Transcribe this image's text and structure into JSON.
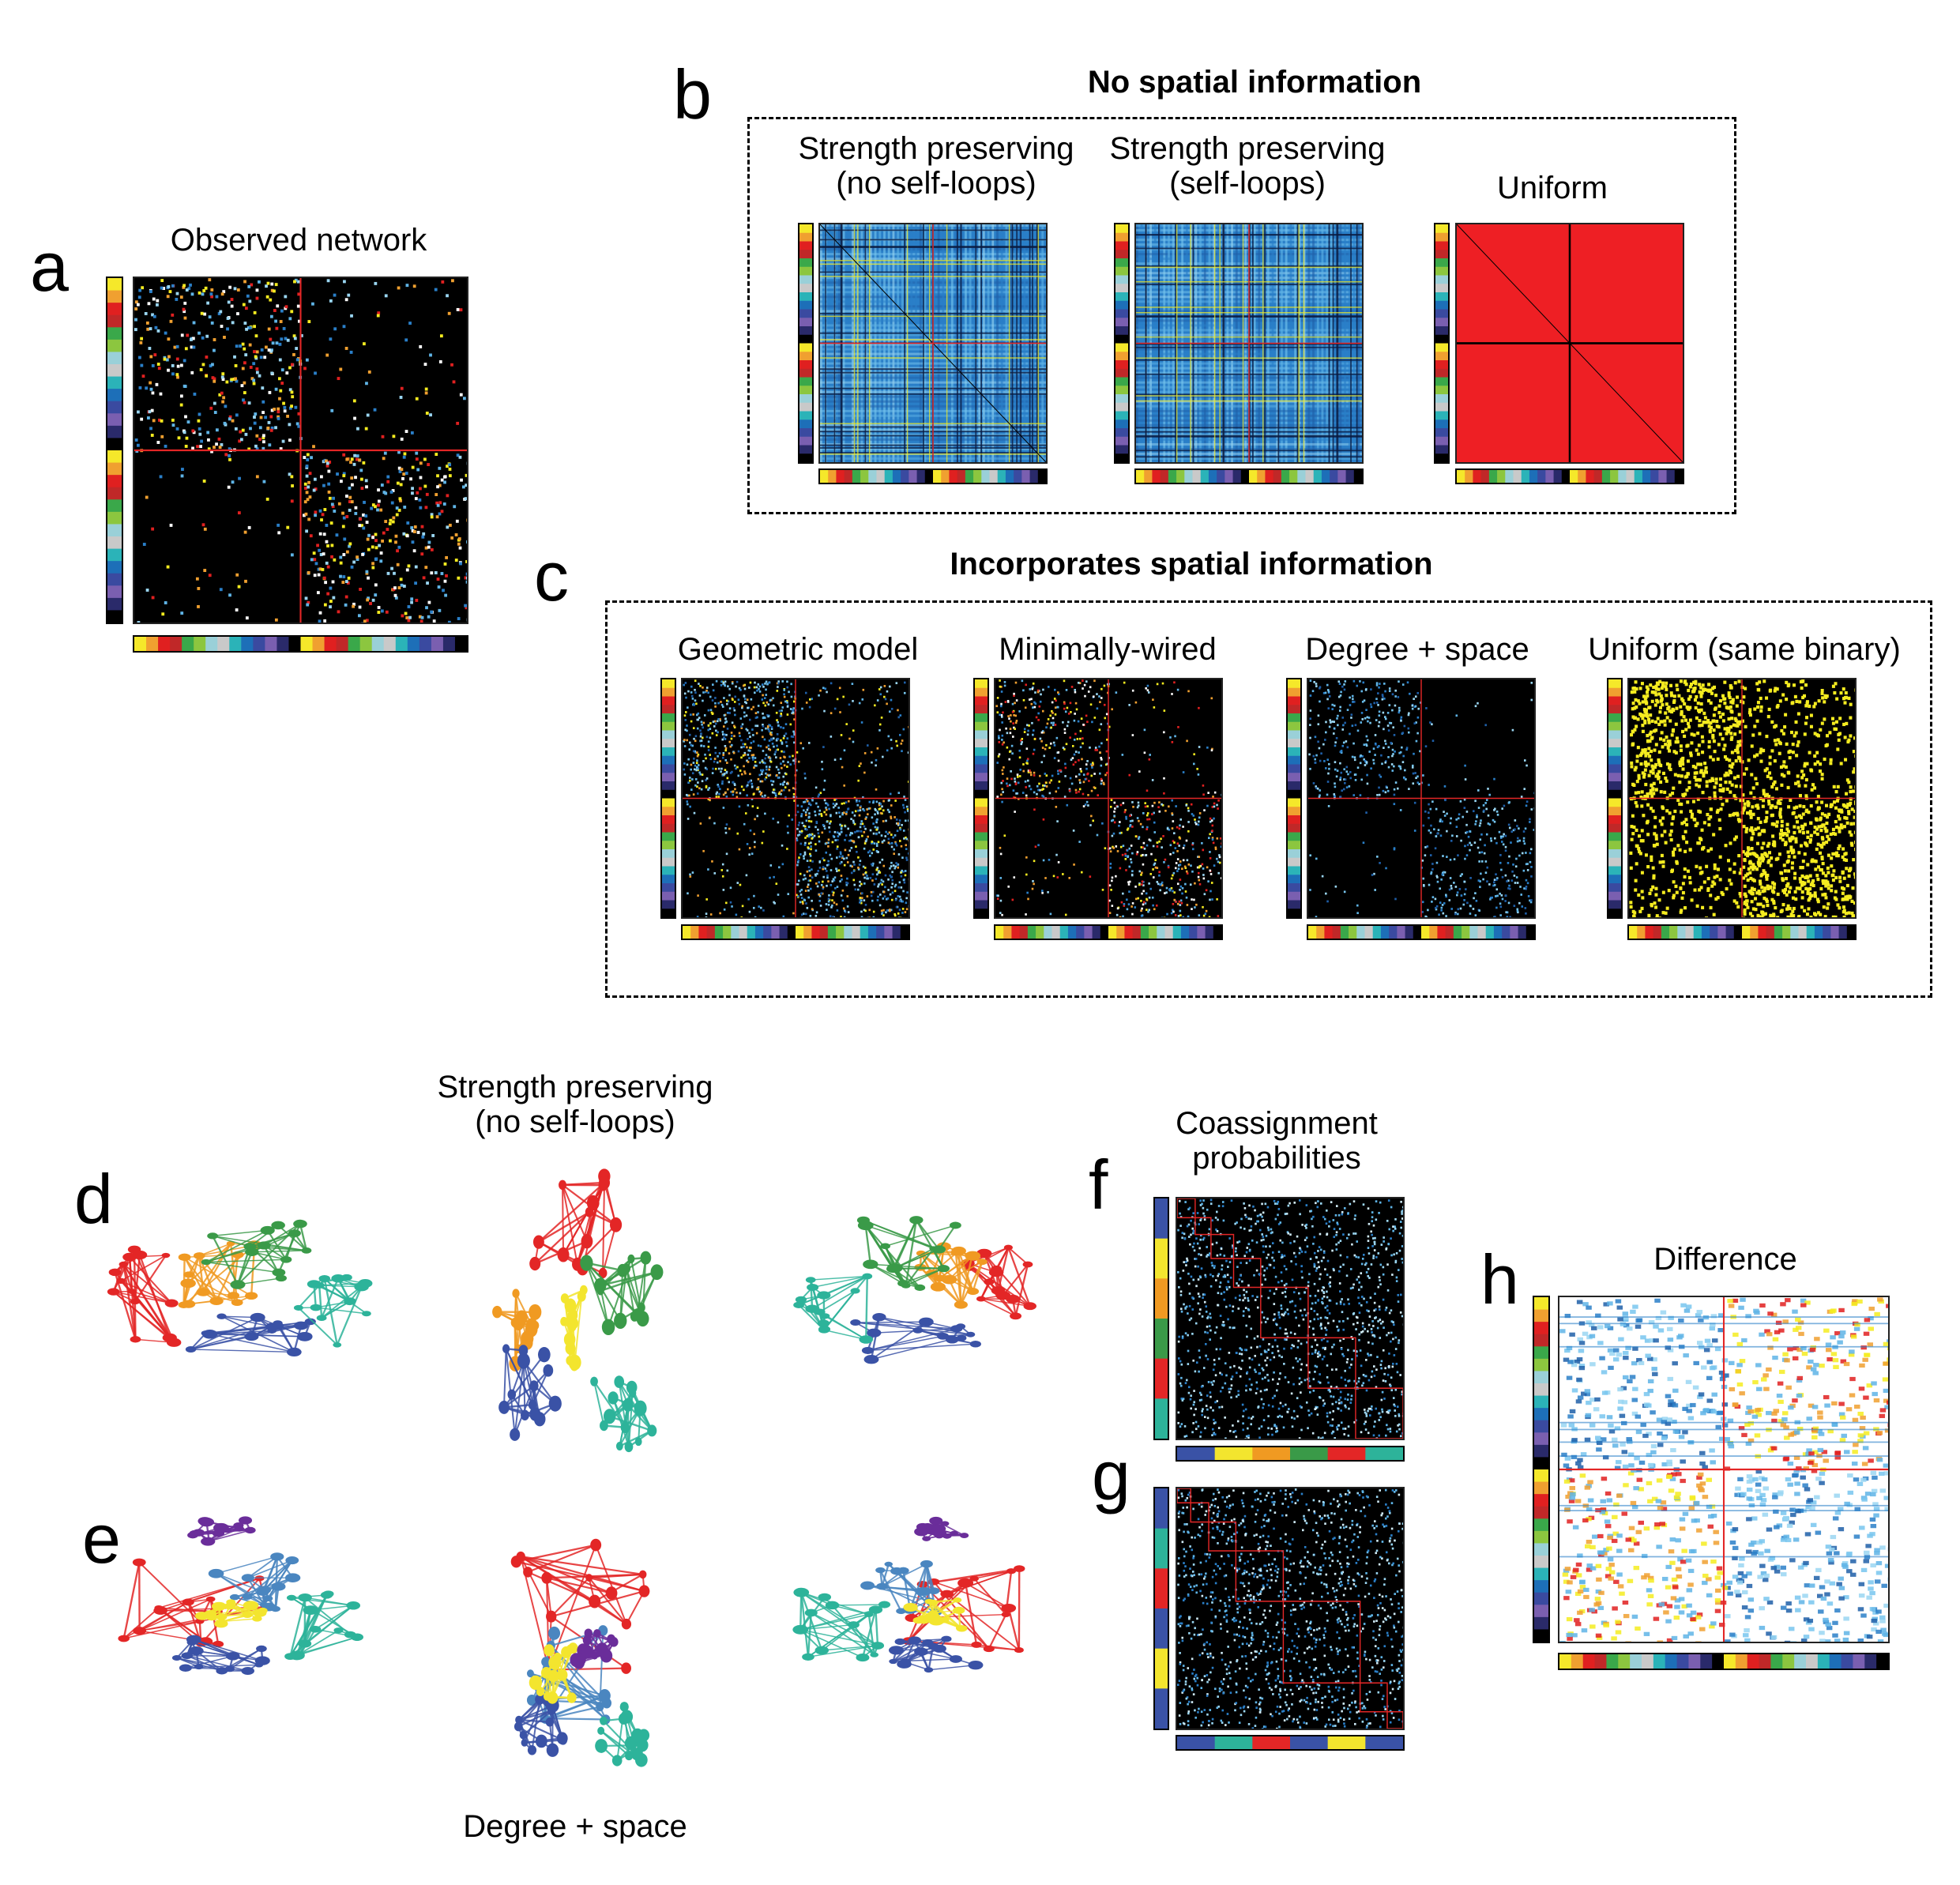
{
  "panels": {
    "a": {
      "letter": "a",
      "title": "Observed network"
    },
    "b": {
      "letter": "b",
      "header": "No spatial information",
      "titles": [
        "Strength preserving\n(no self-loops)",
        "Strength preserving\n(self-loops)",
        "Uniform"
      ]
    },
    "c": {
      "letter": "c",
      "header": "Incorporates spatial information",
      "titles": [
        "Geometric model",
        "Minimally-wired",
        "Degree + space",
        "Uniform (same binary)"
      ]
    },
    "d": {
      "letter": "d",
      "title": "Strength preserving\n(no self-loops)"
    },
    "e": {
      "letter": "e",
      "title": "Degree + space"
    },
    "f": {
      "letter": "f",
      "title": "Coassignment\nprobabilities"
    },
    "g": {
      "letter": "g"
    },
    "h": {
      "letter": "h",
      "title": "Difference"
    }
  },
  "colors": {
    "system_palette": [
      "#f5e82a",
      "#f0a030",
      "#e02020",
      "#c02828",
      "#3aa84a",
      "#8cc63f",
      "#9ad0d8",
      "#c9c9c9",
      "#2bb3b8",
      "#1d6fb8",
      "#3a4aa0",
      "#7a5fb0",
      "#2a2a6a",
      "#000000"
    ],
    "module_palette": [
      "#3a52a6",
      "#2db39a",
      "#e32626",
      "#3a9a48",
      "#f09a22",
      "#f3e52e"
    ],
    "line_red": "#e32626",
    "uniform_fill": "#ee1f24",
    "binary_yellow": "#f5ec20"
  }
}
